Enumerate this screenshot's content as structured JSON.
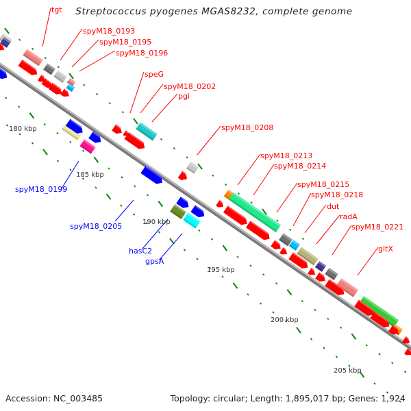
{
  "title": "Streptococcus pyogenes MGAS8232, complete genome",
  "footer": {
    "accession": "Accession: NC_003485",
    "summary": "Topology: circular; Length: 1,895,017 bp; Genes: 1,924"
  },
  "colors": {
    "backbone": "#999999",
    "tick": "#1a8a1a",
    "forward_label": "#ff0000",
    "reverse_label": "#0000ff",
    "cds": "#ff0000"
  },
  "scale_labels": [
    "180 kbp",
    "185 kbp",
    "190 kbp",
    "195 kbp",
    "200 kbp",
    "205 kbp"
  ],
  "forward_gene_labels": [
    "tgt",
    "spyM18_0193",
    "spyM18_0195",
    "spyM18_0196",
    "speG",
    "spyM18_0202",
    "pgi",
    "spyM18_0208",
    "spyM18_0213",
    "spyM18_0214",
    "spyM18_0215",
    "spyM18_0218",
    "dut",
    "radA",
    "spyM18_0221",
    "gltX"
  ],
  "reverse_gene_labels": [
    "spyM18_0199",
    "spyM18_0205",
    "hasC2",
    "gpsA"
  ]
}
